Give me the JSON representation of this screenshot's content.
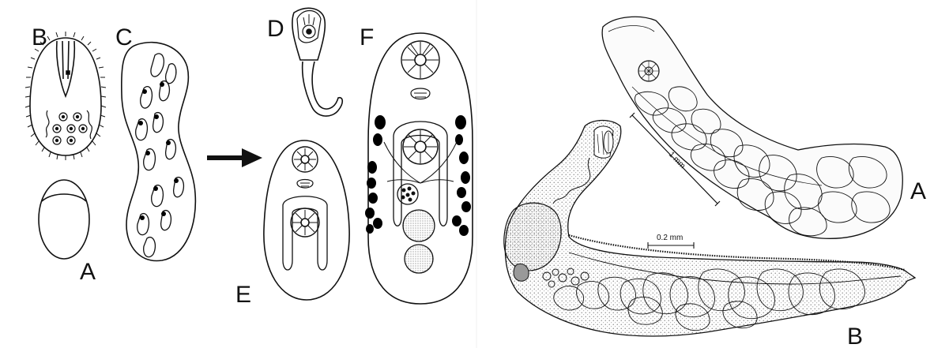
{
  "left_panel": {
    "labels": {
      "a": "A",
      "b": "B",
      "c": "C",
      "d": "D",
      "e": "E",
      "f": "F"
    }
  },
  "right_panel": {
    "labels": {
      "a": "A",
      "b": "B"
    },
    "scale_bars": {
      "upper": "1 mm",
      "lower": "0.2 mm"
    }
  },
  "colors": {
    "ink": "#111111",
    "black_fill": "#000000",
    "stipple": "#9a9a9a",
    "background": "#ffffff"
  }
}
